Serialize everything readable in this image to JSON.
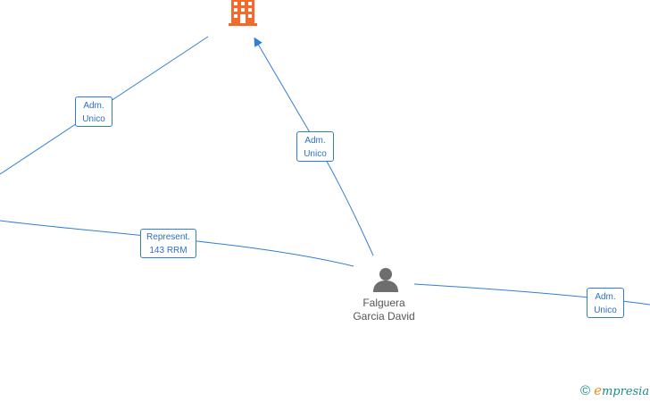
{
  "nodes": {
    "person": {
      "name_line1": "Falguera",
      "name_line2": "Garcia David",
      "icon": "person-icon",
      "color": "#6e6e6e"
    },
    "company": {
      "icon": "building-icon",
      "color": "#f26b2a"
    }
  },
  "edges": [
    {
      "id": "adm-left",
      "line1": "Adm.",
      "line2": "Unico"
    },
    {
      "id": "adm-center",
      "line1": "Adm.",
      "line2": "Unico"
    },
    {
      "id": "represent",
      "line1": "Represent.",
      "line2": "143 RRM"
    },
    {
      "id": "adm-right",
      "line1": "Adm.",
      "line2": "Unico"
    }
  ],
  "colors": {
    "edge": "#2f7fd4",
    "label_text": "#2f6fc4"
  },
  "brand": {
    "copyright_symbol": "©",
    "first_letter": "e",
    "rest": "mpresia"
  }
}
